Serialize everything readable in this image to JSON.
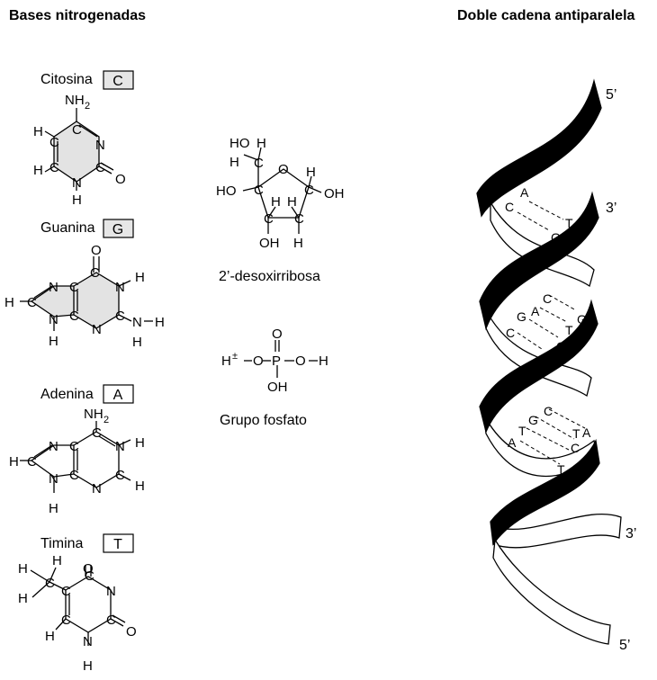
{
  "headings": {
    "left": "Bases nitrogenadas",
    "right": "Doble cadena antiparalela"
  },
  "bases": [
    {
      "name": "Citosina",
      "letter": "C",
      "shaded": true
    },
    {
      "name": "Guanina",
      "letter": "G",
      "shaded": true
    },
    {
      "name": "Adenina",
      "letter": "A",
      "shaded": false
    },
    {
      "name": "Timina",
      "letter": "T",
      "shaded": false
    }
  ],
  "sugar": {
    "label": "2’-desoxirribosa"
  },
  "phosphate": {
    "label": "Grupo fosfato"
  },
  "helix": {
    "ends": {
      "top_left": "5’",
      "top_right": "3’",
      "bottom_right_upper": "3’",
      "bottom_right_lower": "5’"
    },
    "pairs": [
      [
        "C",
        "G"
      ],
      [
        "A",
        "T"
      ],
      [
        "C",
        "G"
      ],
      [
        "G",
        "C"
      ],
      [
        "A",
        "T"
      ],
      [
        "C",
        "G"
      ],
      [
        "C",
        "T"
      ],
      [
        "G",
        "C"
      ],
      [
        "A",
        "T"
      ],
      [
        "T",
        "A"
      ]
    ]
  },
  "colors": {
    "ink": "#000000",
    "ring_fill": "#e3e3e3",
    "badge_shaded": "#e6e6e6"
  }
}
